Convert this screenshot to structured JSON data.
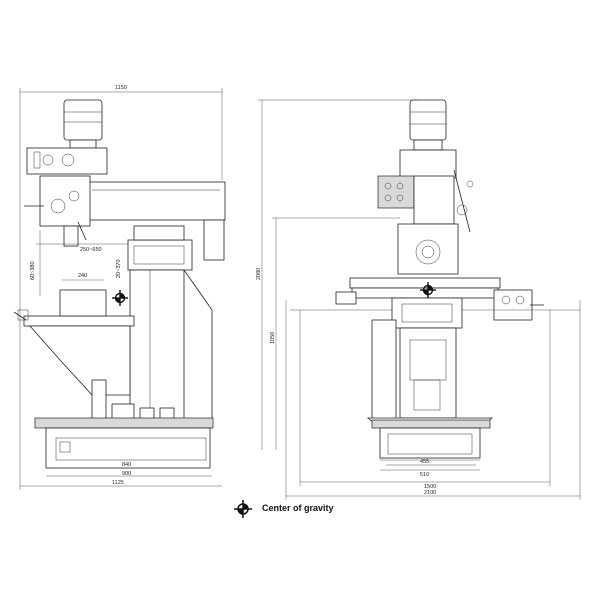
{
  "legend": {
    "label": "Center of gravity",
    "icon": "center-of-gravity-icon"
  },
  "side_view": {
    "dims": {
      "overall_height_top": "1150",
      "spindle_travel": "250~650",
      "dim_60_380": "60~380",
      "dim_20_370": "20~370",
      "dim_240": "240",
      "base_840": "840",
      "base_900": "900",
      "overall_1125": "1125"
    }
  },
  "front_view": {
    "dims": {
      "height_2080": "2080",
      "height_1050": "1050",
      "dim_455": "455",
      "dim_510": "510",
      "dim_1500": "1500",
      "overall_2100": "2100"
    }
  },
  "colors": {
    "line": "#222222",
    "fill": "#d9d9d9",
    "background": "#ffffff"
  }
}
